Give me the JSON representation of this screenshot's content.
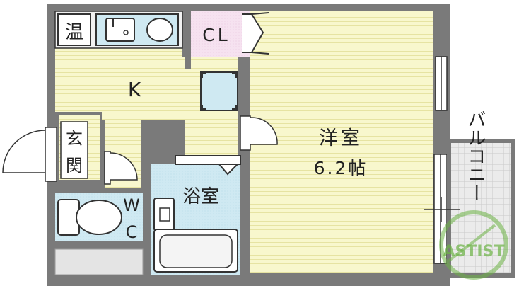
{
  "rooms": {
    "water_heater": "温",
    "closet": "CL",
    "kitchen": "K",
    "entrance_top": "玄",
    "entrance_bottom": "関",
    "bathroom": "浴室",
    "toilet_w": "W",
    "toilet_c": "C",
    "western_room_name": "洋室",
    "western_room_size": "6.2帖",
    "balcony": "バルコニー"
  },
  "watermark": "ASTIST",
  "colors": {
    "wall": "#7a7a7a",
    "floor_wood": "#f8f7cd",
    "floor_wood_line": "#e7e5a7",
    "wet_area": "#cfe9f2",
    "closet": "#f6e2f0",
    "balcony": "#e6e6e6",
    "watermark": "#6cb345"
  }
}
